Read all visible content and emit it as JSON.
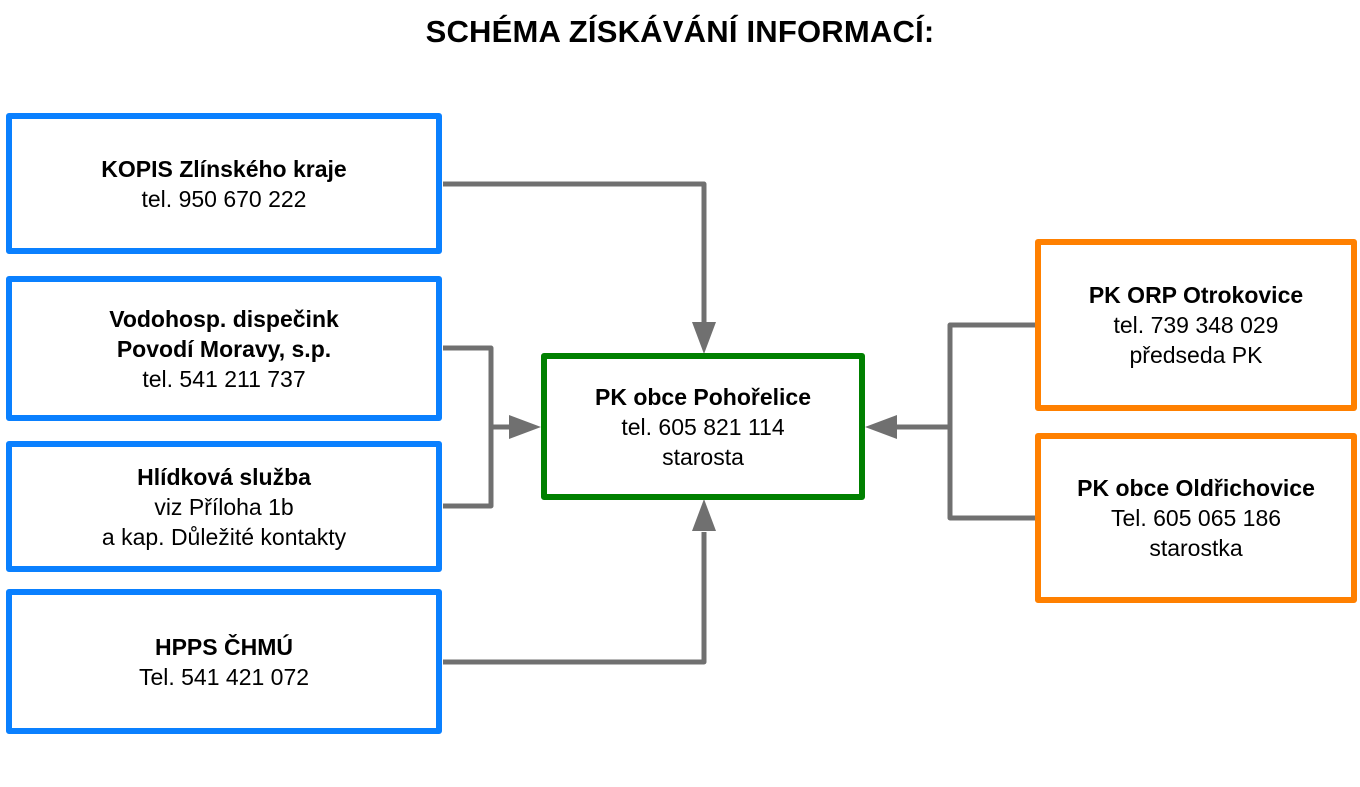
{
  "title": "SCHÉMA ZÍSKÁVÁNÍ INFORMACÍ:",
  "colors": {
    "sources_border": "#0a80ff",
    "center_border": "#008000",
    "peers_border": "#ff8000",
    "connector": "#707070"
  },
  "sources": [
    {
      "name_lines": [
        "KOPIS Zlínského kraje"
      ],
      "detail_lines": [
        "tel. 950 670 222"
      ]
    },
    {
      "name_lines": [
        "Vodohosp. dispečink",
        "Povodí Moravy, s.p."
      ],
      "detail_lines": [
        "tel. 541 211 737"
      ]
    },
    {
      "name_lines": [
        "Hlídková služba"
      ],
      "detail_lines": [
        "viz Příloha 1b",
        "a kap. Důležité kontakty"
      ]
    },
    {
      "name_lines": [
        "HPPS ČHMÚ"
      ],
      "detail_lines": [
        "Tel. 541 421 072"
      ]
    }
  ],
  "center": {
    "name_lines": [
      "PK obce Pohořelice"
    ],
    "detail_lines": [
      "tel. 605 821 114",
      "starosta"
    ]
  },
  "peers": [
    {
      "name_lines": [
        "PK ORP Otrokovice"
      ],
      "detail_lines": [
        "tel. 739 348 029",
        "předseda PK"
      ]
    },
    {
      "name_lines": [
        "PK obce Oldřichovice"
      ],
      "detail_lines": [
        "Tel. 605 065 186",
        "starostka"
      ]
    }
  ]
}
